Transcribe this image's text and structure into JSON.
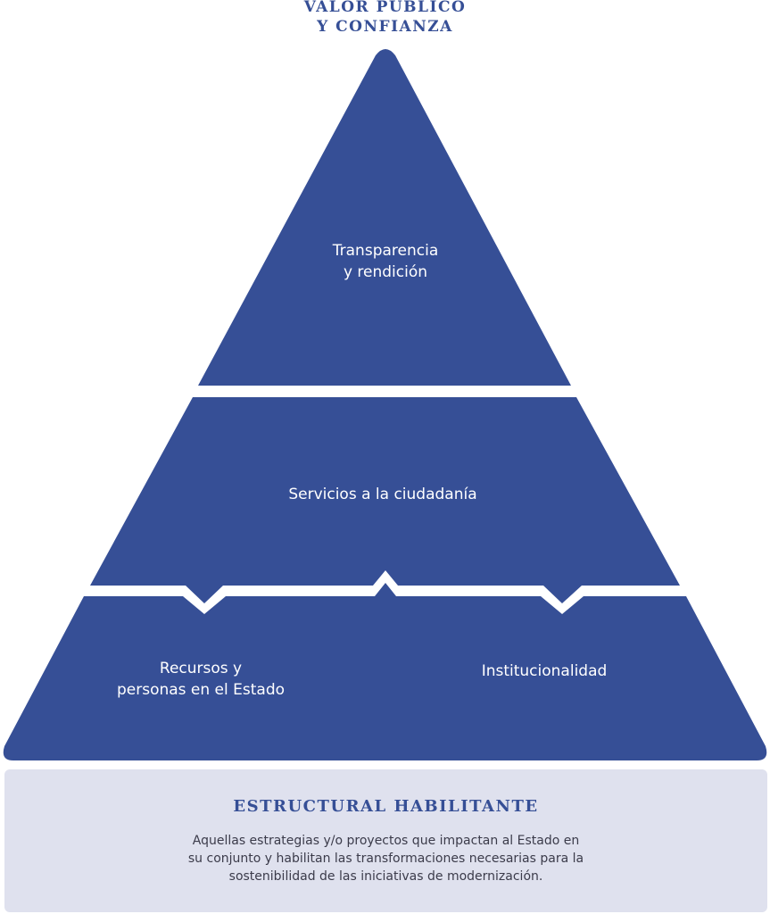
{
  "header": {
    "title_line1": "VALOR PÚBLICO",
    "title_line2": "Y CONFIANZA"
  },
  "tiers": {
    "top": {
      "line1": "Transparencia",
      "line2": "y rendición"
    },
    "middle": {
      "label": "Servicios a la ciudadanía"
    },
    "bottom_left": {
      "line1": "Recursos y",
      "line2": "personas en el Estado"
    },
    "bottom_right": {
      "label": "Institucionalidad"
    }
  },
  "base": {
    "title": "ESTRUCTURAL HABILITANTE",
    "desc_line1": "Aquellas estrategias y/o proyectos que impactan al Estado en",
    "desc_line2": "su conjunto y habilitan las transformaciones necesarias para la",
    "desc_line3": "sostenibilidad de las iniciativas de modernización."
  },
  "colors": {
    "pyramid_fill": "#364f96",
    "title_color": "#364f96",
    "base_background": "#dfe1ee",
    "text_on_pyramid": "#ffffff"
  }
}
